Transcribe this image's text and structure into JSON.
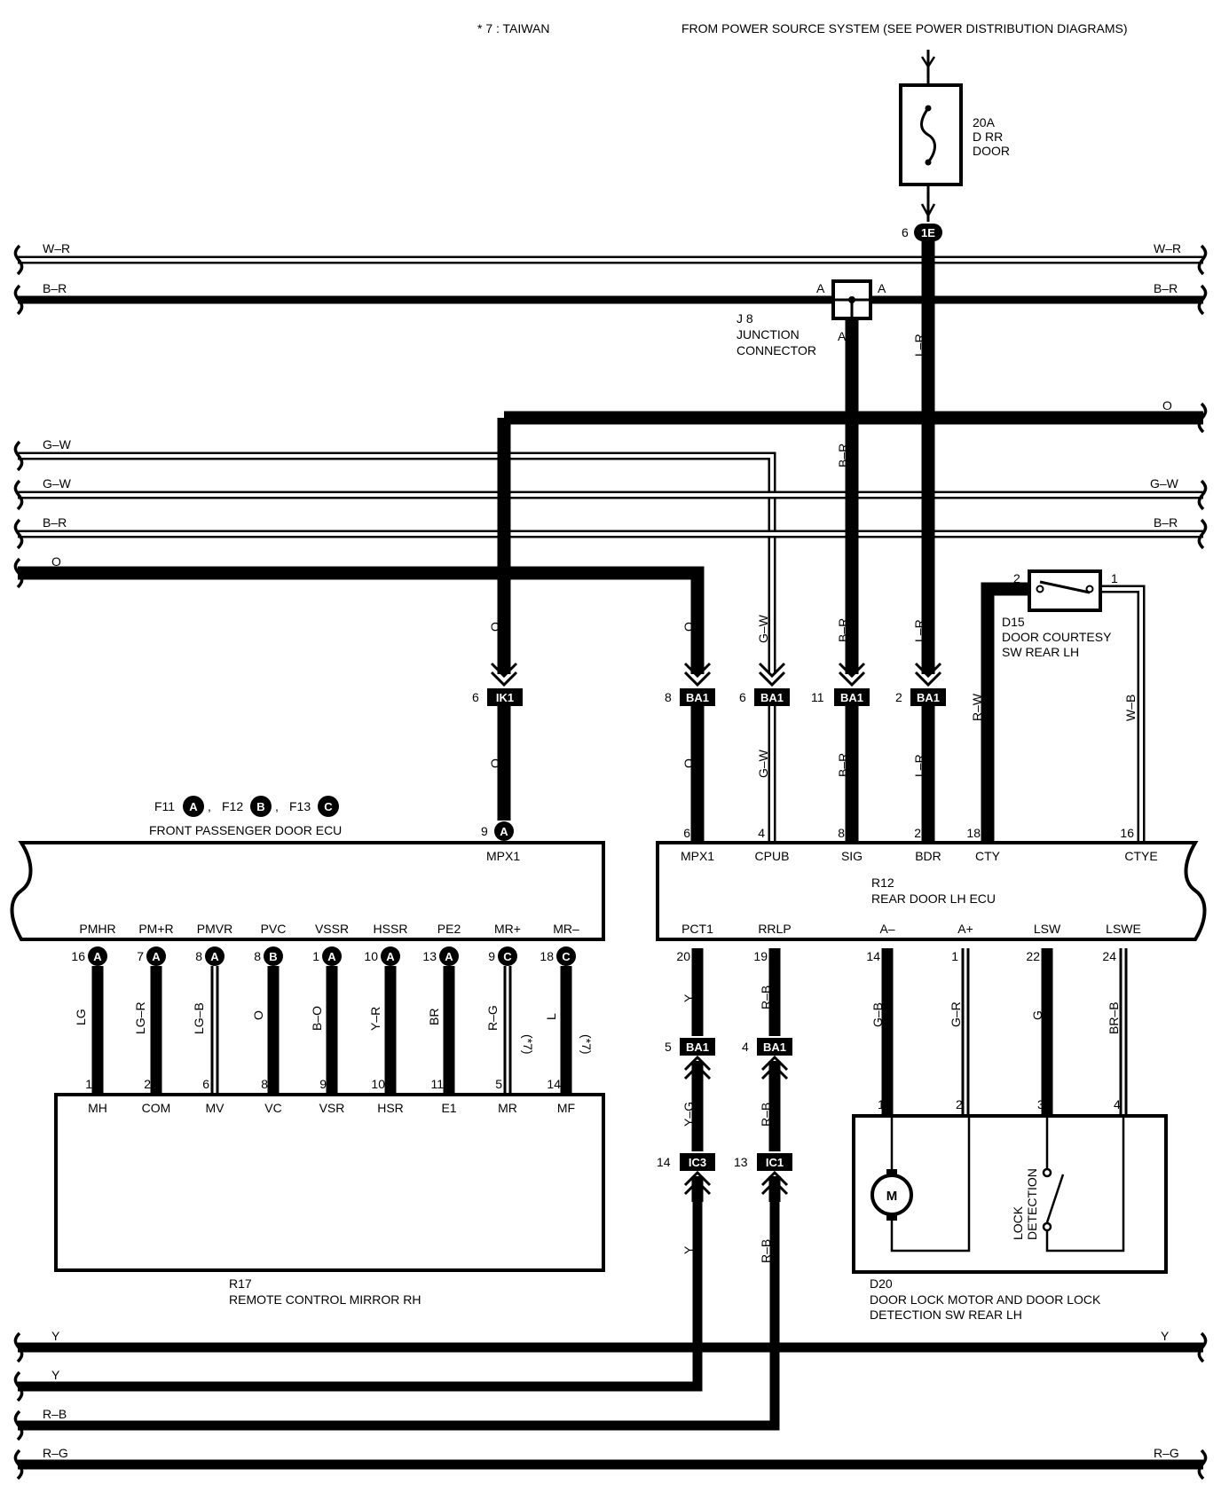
{
  "header": {
    "note": "* 7 : TAIWAN",
    "source": "FROM POWER SOURCE SYSTEM  (SEE POWER DISTRIBUTION DIAGRAMS)"
  },
  "fuse": {
    "rating": "20A",
    "name1": "D RR",
    "name2": "DOOR"
  },
  "connectors": {
    "c1e": {
      "pin": "6",
      "label": "1E"
    },
    "ik1": {
      "pin": "6",
      "label": "IK1"
    },
    "ba1_a": {
      "pin": "8",
      "label": "BA1"
    },
    "ba1_b": {
      "pin": "6",
      "label": "BA1"
    },
    "ba1_c": {
      "pin": "11",
      "label": "BA1"
    },
    "ba1_d": {
      "pin": "2",
      "label": "BA1"
    },
    "ba1_e": {
      "pin": "5",
      "label": "BA1"
    },
    "ba1_f": {
      "pin": "4",
      "label": "BA1"
    },
    "ic3": {
      "pin": "14",
      "label": "IC3"
    },
    "ic1": {
      "pin": "13",
      "label": "IC1"
    }
  },
  "junction": {
    "id": "J 8",
    "name1": "JUNCTION",
    "name2": "CONNECTOR",
    "a1": "A",
    "a2": "A",
    "a3": "A"
  },
  "bus_labels": {
    "wr_left": "W–R",
    "wr_right": "W–R",
    "br1_left": "B–R",
    "br1_right": "B–R",
    "o_right": "O",
    "gw1_left": "G–W",
    "gw2_left": "G–W",
    "gw2_right": "G–W",
    "br2_left": "B–R",
    "br2_right": "B–R",
    "o_left": "O",
    "y1_left": "Y",
    "y1_right": "Y",
    "y2_left": "Y",
    "rb_left": "R–B",
    "rg_left": "R–G",
    "rg_right": "R–G"
  },
  "wire_colors": {
    "lr_top": "L–R",
    "br_top": "B–R",
    "o1": "O",
    "o2": "O",
    "gw1": "G–W",
    "br_mid": "B–R",
    "lr_mid": "L–R",
    "o3": "O",
    "o4": "O",
    "gw2": "G–W",
    "br_low": "B–R",
    "lr_low": "L–R",
    "rw": "R–W",
    "wb": "W–B",
    "y1": "Y",
    "rb1": "R–B",
    "yg": "Y–G",
    "rb2": "R–B",
    "y2": "Y",
    "rb3": "R–B",
    "gb": "G–B",
    "gr": "G–R",
    "g": "G",
    "brb": "BR–B",
    "lg": "LG",
    "lgr": "LG–R",
    "lgb": "LG–B",
    "o_m": "O",
    "bo": "B–O",
    "yr": "Y–R",
    "br_m": "BR",
    "rg_m": "R–G",
    "l_m": "L",
    "star1": "(*7)",
    "star2": "(*7)"
  },
  "switch_d15": {
    "pin2": "2",
    "pin1": "1",
    "id": "D15",
    "name1": "DOOR COURTESY",
    "name2": "SW REAR LH"
  },
  "ecu_f": {
    "refs": [
      "F11",
      "F12",
      "F13"
    ],
    "circles": [
      "A",
      "B",
      "C"
    ],
    "sep1": ",",
    "sep2": ",",
    "name": "FRONT PASSENGER DOOR ECU",
    "top_pin": "9",
    "top_circle": "A",
    "top_term": "MPX1",
    "bottom": [
      {
        "name": "PMHR",
        "pin": "16",
        "c": "A"
      },
      {
        "name": "PM+R",
        "pin": "7",
        "c": "A"
      },
      {
        "name": "PMVR",
        "pin": "8",
        "c": "A"
      },
      {
        "name": "PVC",
        "pin": "8",
        "c": "B"
      },
      {
        "name": "VSSR",
        "pin": "1",
        "c": "A"
      },
      {
        "name": "HSSR",
        "pin": "10",
        "c": "A"
      },
      {
        "name": "PE2",
        "pin": "13",
        "c": "A"
      },
      {
        "name": "MR+",
        "pin": "9",
        "c": "C"
      },
      {
        "name": "MR–",
        "pin": "18",
        "c": "C"
      }
    ]
  },
  "ecu_r": {
    "id": "R12",
    "name": "REAR DOOR LH ECU",
    "top": [
      {
        "pin": "6",
        "name": "MPX1"
      },
      {
        "pin": "4",
        "name": "CPUB"
      },
      {
        "pin": "8",
        "name": "SIG"
      },
      {
        "pin": "2",
        "name": "BDR"
      },
      {
        "pin": "18",
        "name": "CTY"
      },
      {
        "pin": "16",
        "name": "CTYE"
      }
    ],
    "bottom": [
      {
        "name": "PCT1",
        "pin": "20"
      },
      {
        "name": "RRLP",
        "pin": "19"
      },
      {
        "name": "A–",
        "pin": "14"
      },
      {
        "name": "A+",
        "pin": "1"
      },
      {
        "name": "LSW",
        "pin": "22"
      },
      {
        "name": "LSWE",
        "pin": "24"
      }
    ]
  },
  "mirror": {
    "id": "R17",
    "name": "REMOTE CONTROL MIRROR RH",
    "terms": [
      {
        "pin": "1",
        "name": "MH"
      },
      {
        "pin": "2",
        "name": "COM"
      },
      {
        "pin": "6",
        "name": "MV"
      },
      {
        "pin": "8",
        "name": "VC"
      },
      {
        "pin": "9",
        "name": "VSR"
      },
      {
        "pin": "10",
        "name": "HSR"
      },
      {
        "pin": "11",
        "name": "E1"
      },
      {
        "pin": "5",
        "name": "MR"
      },
      {
        "pin": "14",
        "name": "MF"
      }
    ]
  },
  "lock": {
    "id": "D20",
    "name1": "DOOR LOCK MOTOR AND DOOR LOCK",
    "name2": "DETECTION SW REAR LH",
    "pins": [
      "1",
      "2",
      "3",
      "4"
    ],
    "motor": "M",
    "det1": "LOCK",
    "det2": "DETECTION"
  }
}
